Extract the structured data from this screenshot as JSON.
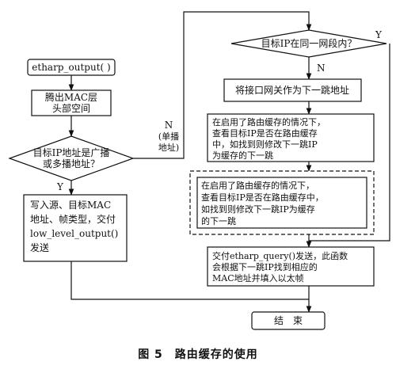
{
  "nodes": {
    "start": "etharp_output( )",
    "alloc": [
      "腾出MAC层",
      "头部空间"
    ],
    "bcast_decision": [
      "目标IP地址是广播",
      "或多播地址？"
    ],
    "write_send": [
      "写入源、目标MAC",
      "地址、帧类型，交付",
      "low_level_output()",
      "发送"
    ],
    "subnet_decision": "目标IP在同一网段内？",
    "gateway": "将接口网关作为下一跳地址",
    "cache_a": [
      "在启用了路由缓存的情况下，",
      "查看目标IP是否在路由缓存",
      "中，如找到则修改下一跳IP",
      "为缓存的下一跳"
    ],
    "cache_b": [
      "在启用了路由缓存的情况下，",
      "查看目标IP是否在路由缓存中，",
      "如找到则修改下一跳IP为缓存",
      "的下一跳"
    ],
    "query": [
      "交付etharp_query()发送，此函数",
      "会根据下一跳IP找到相应的",
      "MAC地址并填入以太帧"
    ],
    "end": "结　束"
  },
  "labels": {
    "n_unicast": [
      "N",
      "(单播",
      "地址)"
    ],
    "y_bcast": "Y",
    "n_subnet": "N",
    "y_subnet": "Y"
  },
  "caption": "图 5　路由缓存的使用"
}
